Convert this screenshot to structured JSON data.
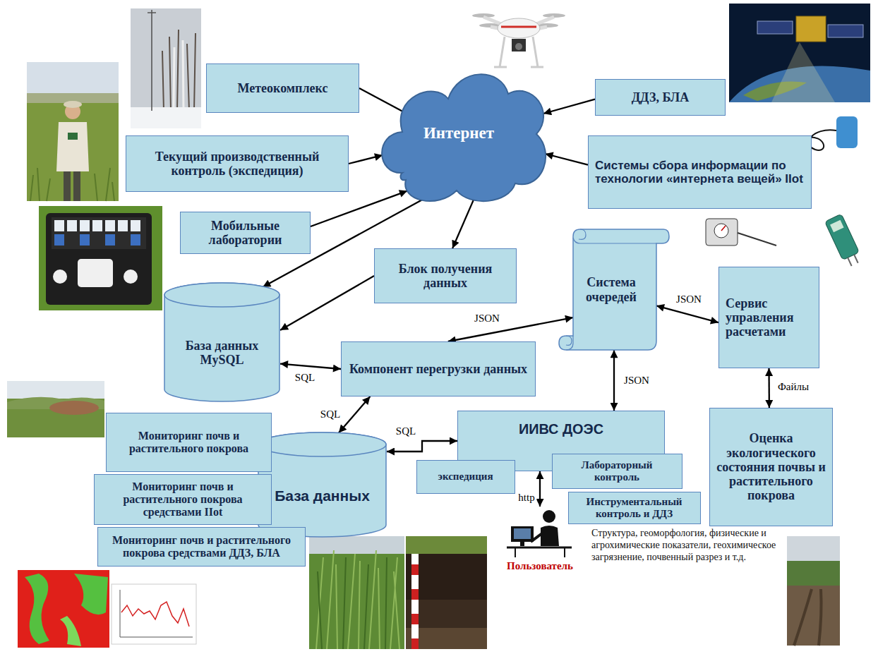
{
  "diagram": {
    "nodes": [
      {
        "text": [
          "Метеокомплекс"
        ]
      },
      {
        "text": [
          "Интернет"
        ]
      },
      {
        "text": [
          "ДДЗ, БЛА"
        ]
      },
      {
        "text": [
          "Текущий производственный контроль (экспедиция)"
        ]
      },
      {
        "text": [
          "Системы сбора информации по технологии «интернета вещей» IIot"
        ]
      },
      {
        "text": [
          "Мобильные лаборатории"
        ]
      },
      {
        "text": [
          "Блок получения данных"
        ]
      },
      {
        "text": [
          "Система очередей"
        ]
      },
      {
        "text": [
          "Сервис управления расчетами"
        ]
      },
      {
        "text": [
          "База данных MySQL"
        ]
      },
      {
        "text": [
          "Компонент перегрузки данных"
        ]
      },
      {
        "text": [
          "Мониторинг почв и растительного покрова"
        ]
      },
      {
        "text": [
          "Мониторинг почв и растительного покрова средствами IIot"
        ]
      },
      {
        "text": [
          "Мониторинг почв и растительного покрова средствами ДДЗ, БЛА"
        ]
      },
      {
        "text": [
          "База данных"
        ]
      },
      {
        "text": [
          "ИИВС ДОЭС"
        ]
      },
      {
        "text": [
          "экспедиция"
        ],
        "in": 15
      },
      {
        "text": [
          "Лабораторный контроль"
        ],
        "in": 15
      },
      {
        "text": [
          "Инструментальный контроль и ДДЗ"
        ],
        "in": 15
      },
      {
        "text": [
          "Оценка экологического состояния почвы и растительного покрова"
        ]
      },
      {
        "text": [
          "Пользователь"
        ]
      }
    ],
    "edges": [
      {
        "from": 0,
        "to": 1,
        "arrow": "to"
      },
      {
        "from": 2,
        "to": 1,
        "arrow": "to"
      },
      {
        "from": 3,
        "to": 1,
        "arrow": "to"
      },
      {
        "from": 4,
        "to": 1,
        "arrow": "to"
      },
      {
        "from": 5,
        "to": 1,
        "arrow": "to"
      },
      {
        "from": 1,
        "to": 6,
        "arrow": "to"
      },
      {
        "from": 1,
        "to": 9,
        "arrow": "to"
      },
      {
        "from": 6,
        "to": 9,
        "arrow": "to"
      },
      {
        "from": 9,
        "to": 10,
        "label": "SQL",
        "arrow": "both"
      },
      {
        "from": 10,
        "to": 7,
        "label": "JSON",
        "arrow": "both"
      },
      {
        "from": 7,
        "to": 8,
        "label": "JSON",
        "arrow": "both"
      },
      {
        "from": 10,
        "to": 14,
        "label": "SQL",
        "arrow": "both"
      },
      {
        "from": 14,
        "to": 15,
        "label": "SQL",
        "arrow": "both"
      },
      {
        "from": 7,
        "to": 15,
        "label": "JSON",
        "arrow": "both"
      },
      {
        "from": 8,
        "to": 19,
        "label": "Файлы",
        "arrow": "both"
      },
      {
        "from": 15,
        "to": 20,
        "label": "http",
        "arrow": "both"
      }
    ],
    "labels": [
      "Структура, геоморфология, физические и агрохимические показатели, геохимическое загрязнение, почвенный разрез и т.д."
    ]
  }
}
